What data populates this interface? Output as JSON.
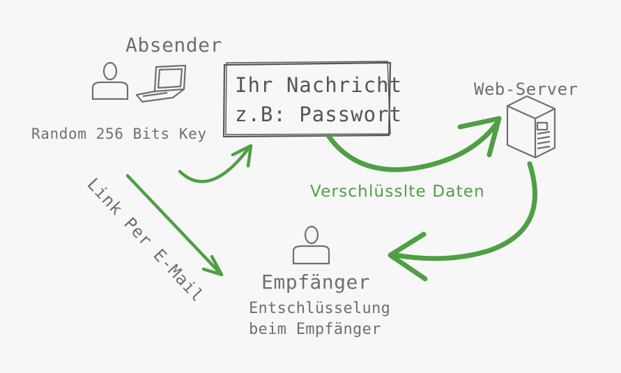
{
  "sender": {
    "title": "Absender",
    "key_text": "Random 256 Bits Key"
  },
  "message": {
    "line1": "Ihr Nachricht",
    "line2": "z.B: Passwort"
  },
  "server": {
    "title": "Web-Server"
  },
  "encrypted_label": "Verschlüsslte Daten",
  "email_link_label": "Link Per E-Mail",
  "receiver": {
    "title": "Empfänger",
    "line1": "Entschlüsselung",
    "line2": "beim Empfänger"
  },
  "colors": {
    "arrow": "#4ea043",
    "sketch": "#6f6f6f",
    "background": "#f7f7f7"
  },
  "icons": [
    "sender-person-icon",
    "laptop-icon",
    "server-tower-icon",
    "receiver-person-icon"
  ]
}
